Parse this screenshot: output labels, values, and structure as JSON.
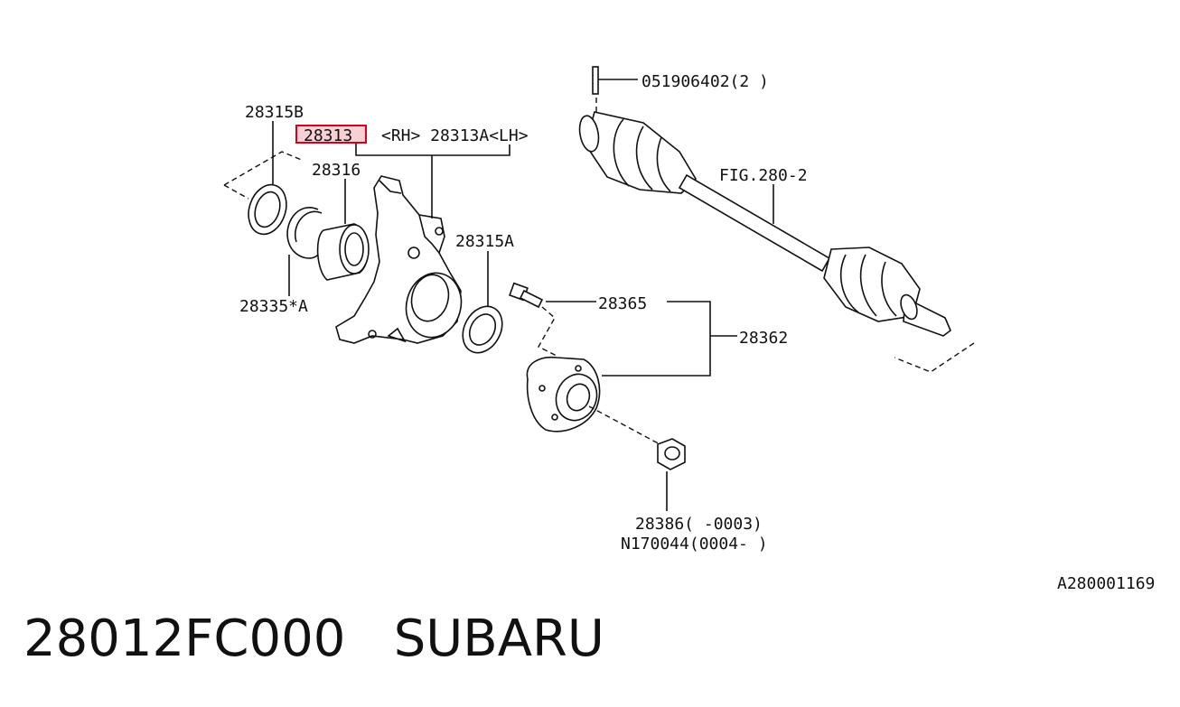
{
  "labels": {
    "l_28315b": "28315B",
    "l_28313": "28313",
    "l_28313_suffix": "<RH> 28313A<LH>",
    "l_28316": "28316",
    "l_28315a": "28315A",
    "l_28335": "28335*A",
    "l_051906402": "051906402(2 )",
    "l_fig": "FIG.280-2",
    "l_28365": "28365",
    "l_28362": "28362",
    "l_28386": "28386(    -0003)",
    "l_n170044": "N170044(0004-    )"
  },
  "diagram_code": "A280001169",
  "caption": {
    "part_number": "28012FC000",
    "brand": "SUBARU"
  },
  "colors": {
    "highlight_stroke": "#d6001c",
    "highlight_fill": "#f7d0d4",
    "line": "#111111"
  }
}
